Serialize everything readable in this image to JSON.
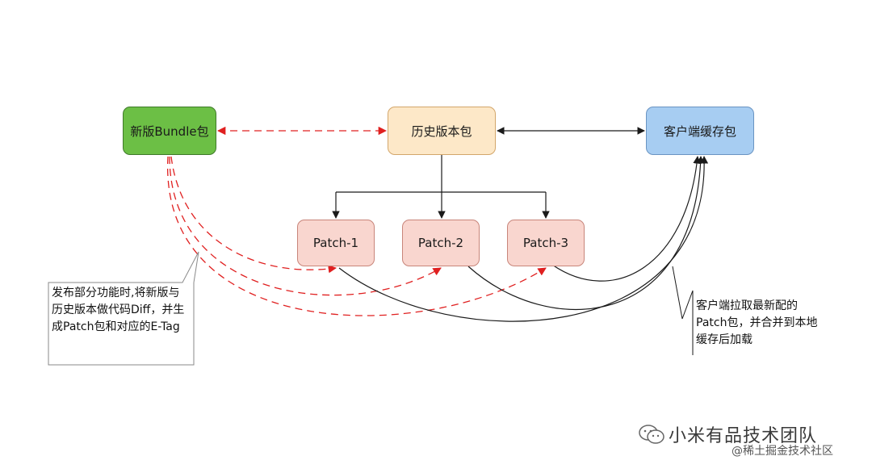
{
  "nodes": {
    "new_bundle": "新版Bundle包",
    "history": "历史版本包",
    "client_cache": "客户端缓存包",
    "patch1": "Patch-1",
    "patch2": "Patch-2",
    "patch3": "Patch-3"
  },
  "notes": {
    "left": "发布部分功能时,将新版与历史版本做代码Diff，并生成Patch包和对应的E-Tag",
    "right": "客户端拉取最新配的Patch包，并合并到本地缓存后加载"
  },
  "watermark": {
    "brand": "小米有品技术团队",
    "site": "@稀土掘金技术社区",
    "icon": "wechat-icon"
  },
  "colors": {
    "new_bundle": "#6cbf45",
    "history": "#fde8c8",
    "client_cache": "#a7cdf2",
    "patch": "#f9d6cf",
    "dashed_arrow": "#e02020",
    "solid_arrow": "#1a1a1a"
  }
}
